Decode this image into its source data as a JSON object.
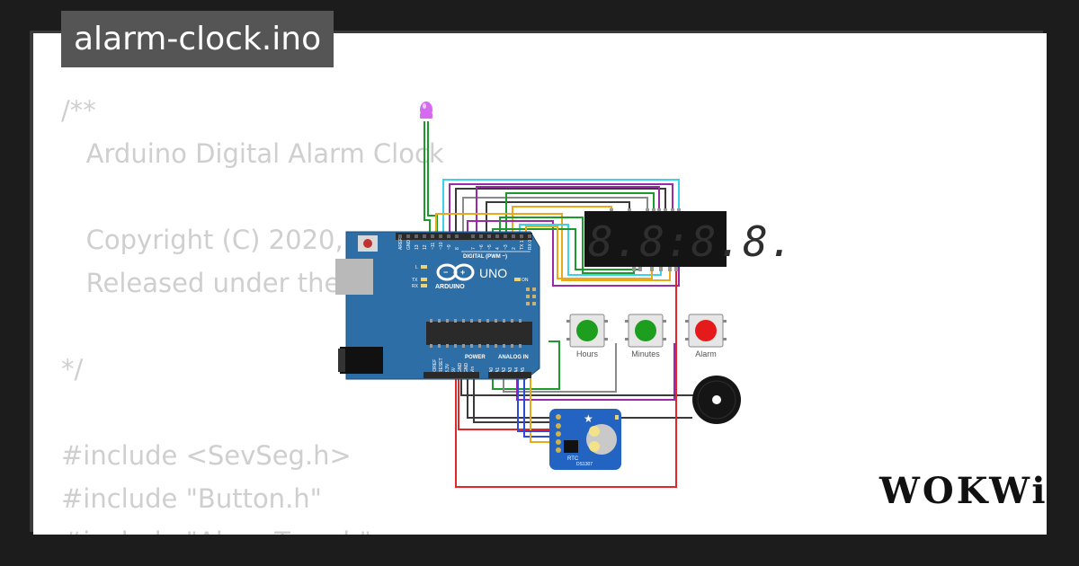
{
  "title": "alarm-clock.ino",
  "code_lines": [
    "/**",
    "   Arduino Digital Alarm Clock",
    "",
    "   Copyright (C) 2020,",
    "   Released under the",
    "",
    "*/",
    "",
    "#include <SevSeg.h>",
    "#include \"Button.h\"",
    "#include \"AlarmTone.h\""
  ],
  "circuit": {
    "board_brand": "ARDUINO",
    "board_model": "UNO",
    "digital_header_label": "DIGITAL (PWM ~)",
    "power_label": "POWER",
    "analog_label": "ANALOG IN",
    "pin_labels_top": [
      "AREF",
      "GND",
      "13",
      "12",
      "~11",
      "~10",
      "~9",
      "8",
      "7",
      "~6",
      "~5",
      "4",
      "~3",
      "2",
      "TX 1",
      "RX 0"
    ],
    "pin_labels_bottom": [
      "IOREF",
      "RESET",
      "3.3V",
      "5V",
      "GND",
      "GND",
      "Vin",
      "A0",
      "A1",
      "A2",
      "A3",
      "A4",
      "A5"
    ],
    "led_labels": [
      "L",
      "TX",
      "RX"
    ],
    "on_label": "ON",
    "display_text": "8.8:8.8.",
    "buttons": [
      {
        "label": "Hours",
        "color": "#1e9e1e"
      },
      {
        "label": "Minutes",
        "color": "#1e9e1e"
      },
      {
        "label": "Alarm",
        "color": "#e51b1b"
      }
    ],
    "rtc_label": "RTC",
    "rtc_chip": "DS1307",
    "led_color": "#d56cf0"
  },
  "brand_logo": "WOKWi"
}
